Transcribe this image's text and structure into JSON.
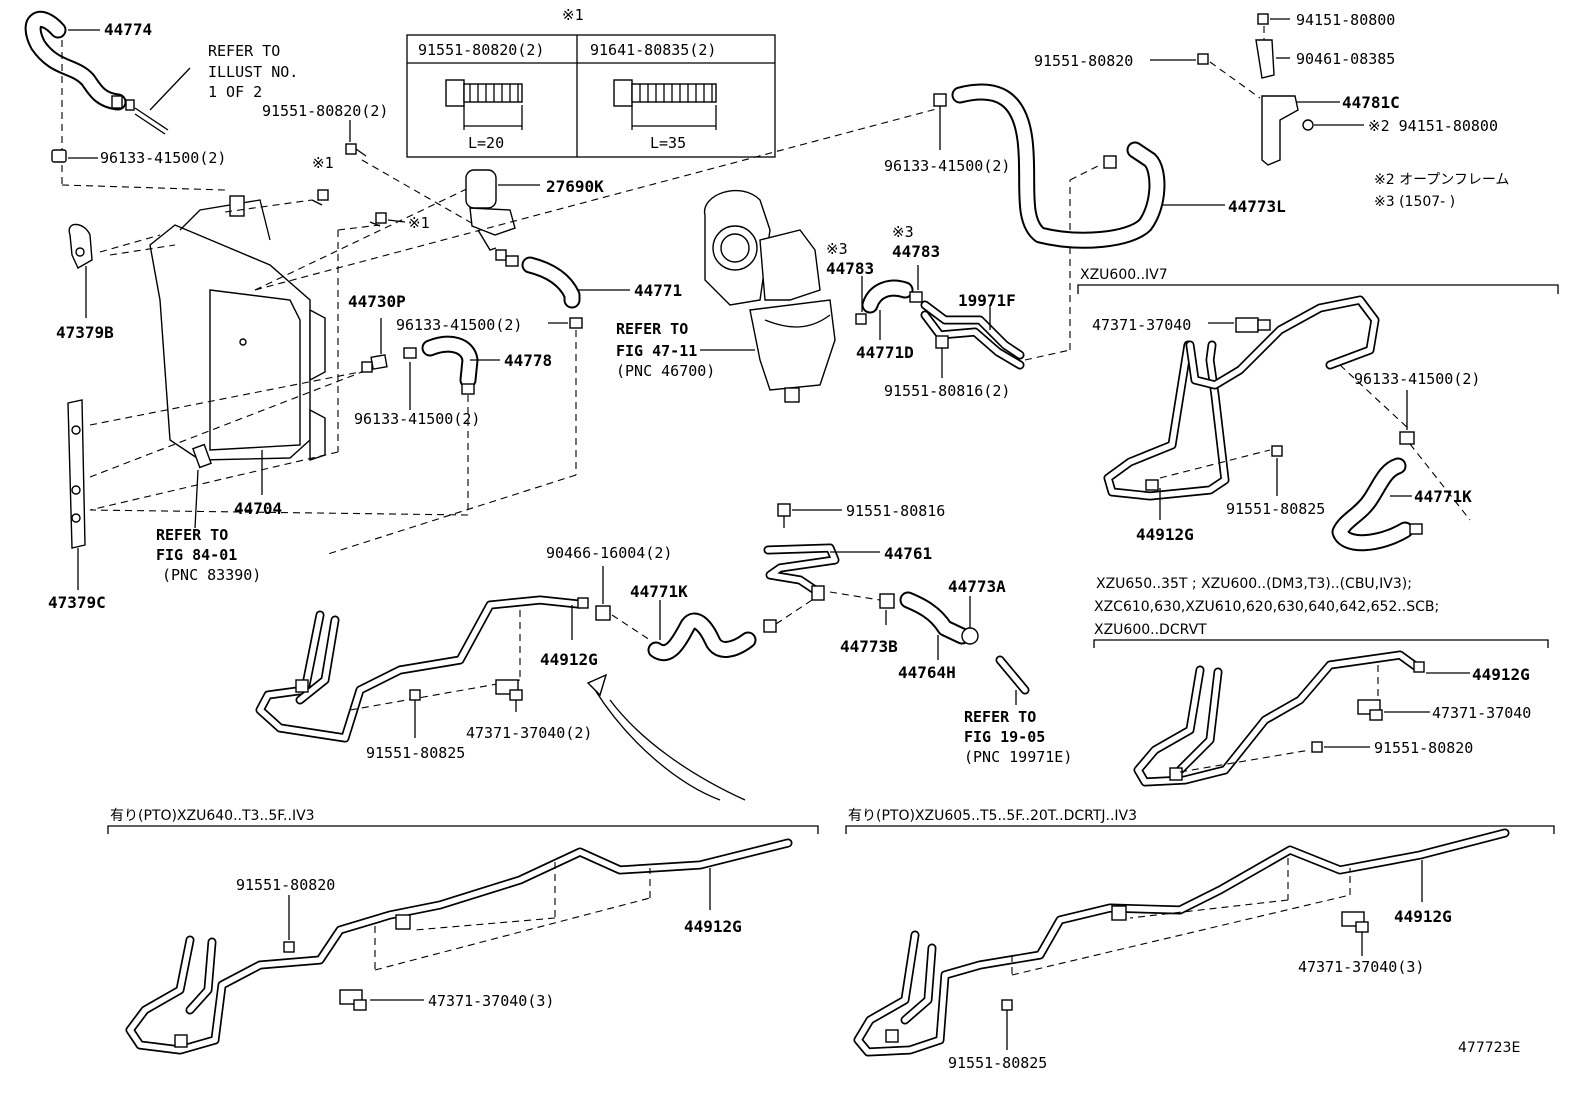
{
  "labels": {
    "p44774": "44774",
    "refer_1of2_a": "REFER TO",
    "refer_1of2_b": "ILLUST NO.",
    "refer_1of2_c": "1 OF 2",
    "clamp_top_left": "96133-41500(2)",
    "bolt_top": "91551-80820(2)",
    "star1_top": "※1",
    "tbl_h1": "91551-80820(2)",
    "tbl_h2": "91641-80835(2)",
    "tbl_l1": "L=20",
    "tbl_l2": "L=35",
    "star1_a": "※1",
    "star1_b": "※1",
    "p27690K": "27690K",
    "p44771": "44771",
    "p47379B": "47379B",
    "p44730P": "44730P",
    "clamp_mid1": "96133-41500(2)",
    "p44778": "44778",
    "clamp_mid2": "96133-41500(2)",
    "p44704": "44704",
    "refer_84_a": "REFER TO",
    "refer_84_b": "FIG 84-01",
    "refer_84_c": "(PNC 83390)",
    "p47379C": "47379C",
    "refer_47_a": "REFER TO",
    "refer_47_b": "FIG 47-11",
    "refer_47_c": "(PNC 46700)",
    "star3_a": "※3",
    "star3_b": "※3",
    "p44783_a": "44783",
    "p44783_b": "44783",
    "p44771D": "44771D",
    "p19971F": "19971F",
    "bolt_19971": "91551-80816(2)",
    "clamp_top_mid": "96133-41500(2)",
    "bolt_rt": "91551-80820",
    "nut_top": "94151-80800",
    "clip_top": "90461-08385",
    "p44781C": "44781C",
    "nut_star2": "※2 94151-80800",
    "p44773L": "44773L",
    "note1": "※2 オープンフレーム",
    "note2": "※3 (1507-    )",
    "cond_iv7": "XZU600..IV7",
    "iv7_clip": "47371-37040",
    "iv7_clamp": "96133-41500(2)",
    "iv7_bolt": "91551-80825",
    "iv7_p44912G": "44912G",
    "iv7_p44771K": "44771K",
    "cond_multi_1": "XZU650..35T ; XZU600..(DM3,T3)..(CBU,IV3);",
    "cond_multi_2": "XZC610,630,XZU610,620,630,640,642,652..SCB;",
    "cond_multi_3": "XZU600..DCRVT",
    "m_p44912G": "44912G",
    "m_clip": "47371-37040",
    "m_bolt": "91551-80820",
    "bolt_44761": "91551-80816",
    "p44761": "44761",
    "p44773A": "44773A",
    "p44773B": "44773B",
    "p44764H": "44764H",
    "refer_19_a": "REFER TO",
    "refer_19_b": "FIG 19-05",
    "refer_19_c": "(PNC 19971E)",
    "clamp_90466": "90466-16004(2)",
    "c_p44771K": "44771K",
    "c_p44912G": "44912G",
    "c_clip": "47371-37040(2)",
    "c_bolt": "91551-80825",
    "cond_pto1": "有り(PTO)XZU640..T3..5F..IV3",
    "pto1_bolt": "91551-80820",
    "pto1_p44912G": "44912G",
    "pto1_clip": "47371-37040(3)",
    "cond_pto2": "有り(PTO)XZU605..T5..5F..20T..DCRTJ..IV3",
    "pto2_p44912G": "44912G",
    "pto2_clip": "47371-37040(3)",
    "pto2_bolt": "91551-80825",
    "illus_no": "477723E"
  }
}
